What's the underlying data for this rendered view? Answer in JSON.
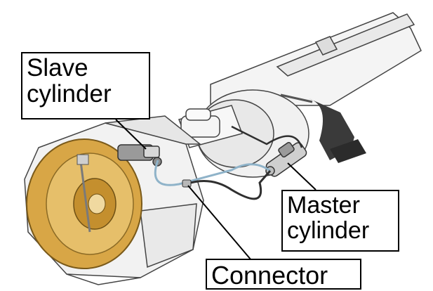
{
  "labels": {
    "slave": "Slave\ncylinder",
    "master": "Master\ncylinder",
    "connector": "Connector"
  },
  "colors": {
    "pressure_plate": "#d8a646",
    "line_blue": "#8fb3c9",
    "outline": "#333333",
    "body_fill": "#f3f3f3",
    "pedal": "#3a3a3a"
  }
}
